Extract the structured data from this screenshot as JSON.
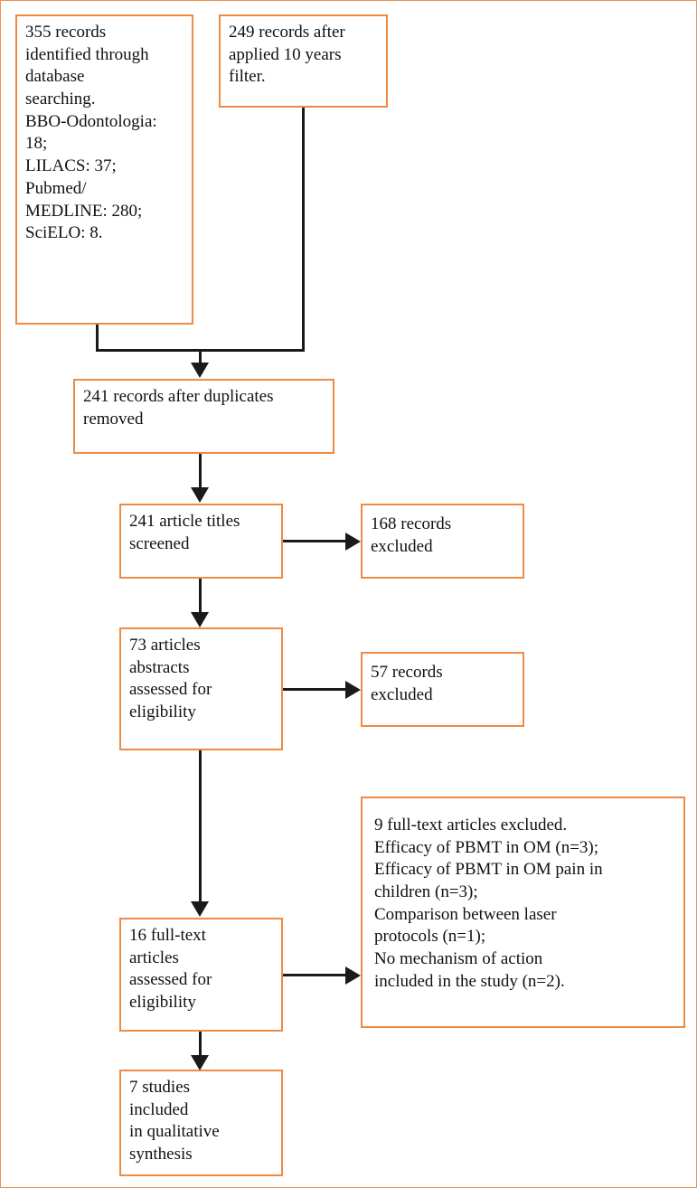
{
  "diagram": {
    "type": "prisma-flow-diagram",
    "accent_color": "#ee8a43",
    "connector_color": "#1a1a1a",
    "background_color": "#ffffff",
    "page_border_color": "#ef9054"
  },
  "nodes": {
    "identification_database": {
      "id": "n1",
      "text": "355 records\nidentified through\ndatabase\nsearching.\nBBO-Odontologia:\n18;\nLILACS: 37;\nPubmed/\nMEDLINE: 280;\nSciELO: 8.",
      "counts": {
        "total_records": 355,
        "BBO-Odontologia": 18,
        "LILACS": 37,
        "Pubmed/MEDLINE": 280,
        "SciELO": 8
      }
    },
    "years_filter": {
      "id": "n2",
      "text": "249 records after\napplied 10 years\nfilter.",
      "count": 249,
      "filter_years": 10
    },
    "duplicates_removed": {
      "id": "n3",
      "text": "241 records after duplicates\nremoved",
      "count": 241
    },
    "titles_screened": {
      "id": "n4",
      "text": "241 article titles\nscreened",
      "count": 241
    },
    "titles_excluded": {
      "id": "n5",
      "text": "168 records\nexcluded",
      "count": 168
    },
    "abstracts_assessed": {
      "id": "n6",
      "text": "73 articles\nabstracts\nassessed for\neligibility",
      "count": 73
    },
    "abstracts_excluded": {
      "id": "n7",
      "text": "57 records\nexcluded",
      "count": 57
    },
    "fulltext_assessed": {
      "id": "n8",
      "text": "16 full-text\narticles\nassessed for\neligibility",
      "count": 16
    },
    "fulltext_excluded": {
      "id": "n9",
      "text": "9 full-text articles excluded.\nEfficacy of PBMT in OM (n=3);\nEfficacy of PBMT in OM pain in\nchildren (n=3);\nComparison between laser\nprotocols (n=1);\nNo mechanism of action\nincluded in the study (n=2).",
      "count": 9,
      "reasons": [
        {
          "label": "Efficacy of PBMT in OM",
          "n": 3
        },
        {
          "label": "Efficacy of PBMT in OM pain in children",
          "n": 3
        },
        {
          "label": "Comparison between laser protocols",
          "n": 1
        },
        {
          "label": "No mechanism of action included in the study",
          "n": 2
        }
      ]
    },
    "included_synthesis": {
      "id": "n10",
      "text": "7 studies\nincluded\nin qualitative\nsynthesis",
      "count": 7
    }
  }
}
